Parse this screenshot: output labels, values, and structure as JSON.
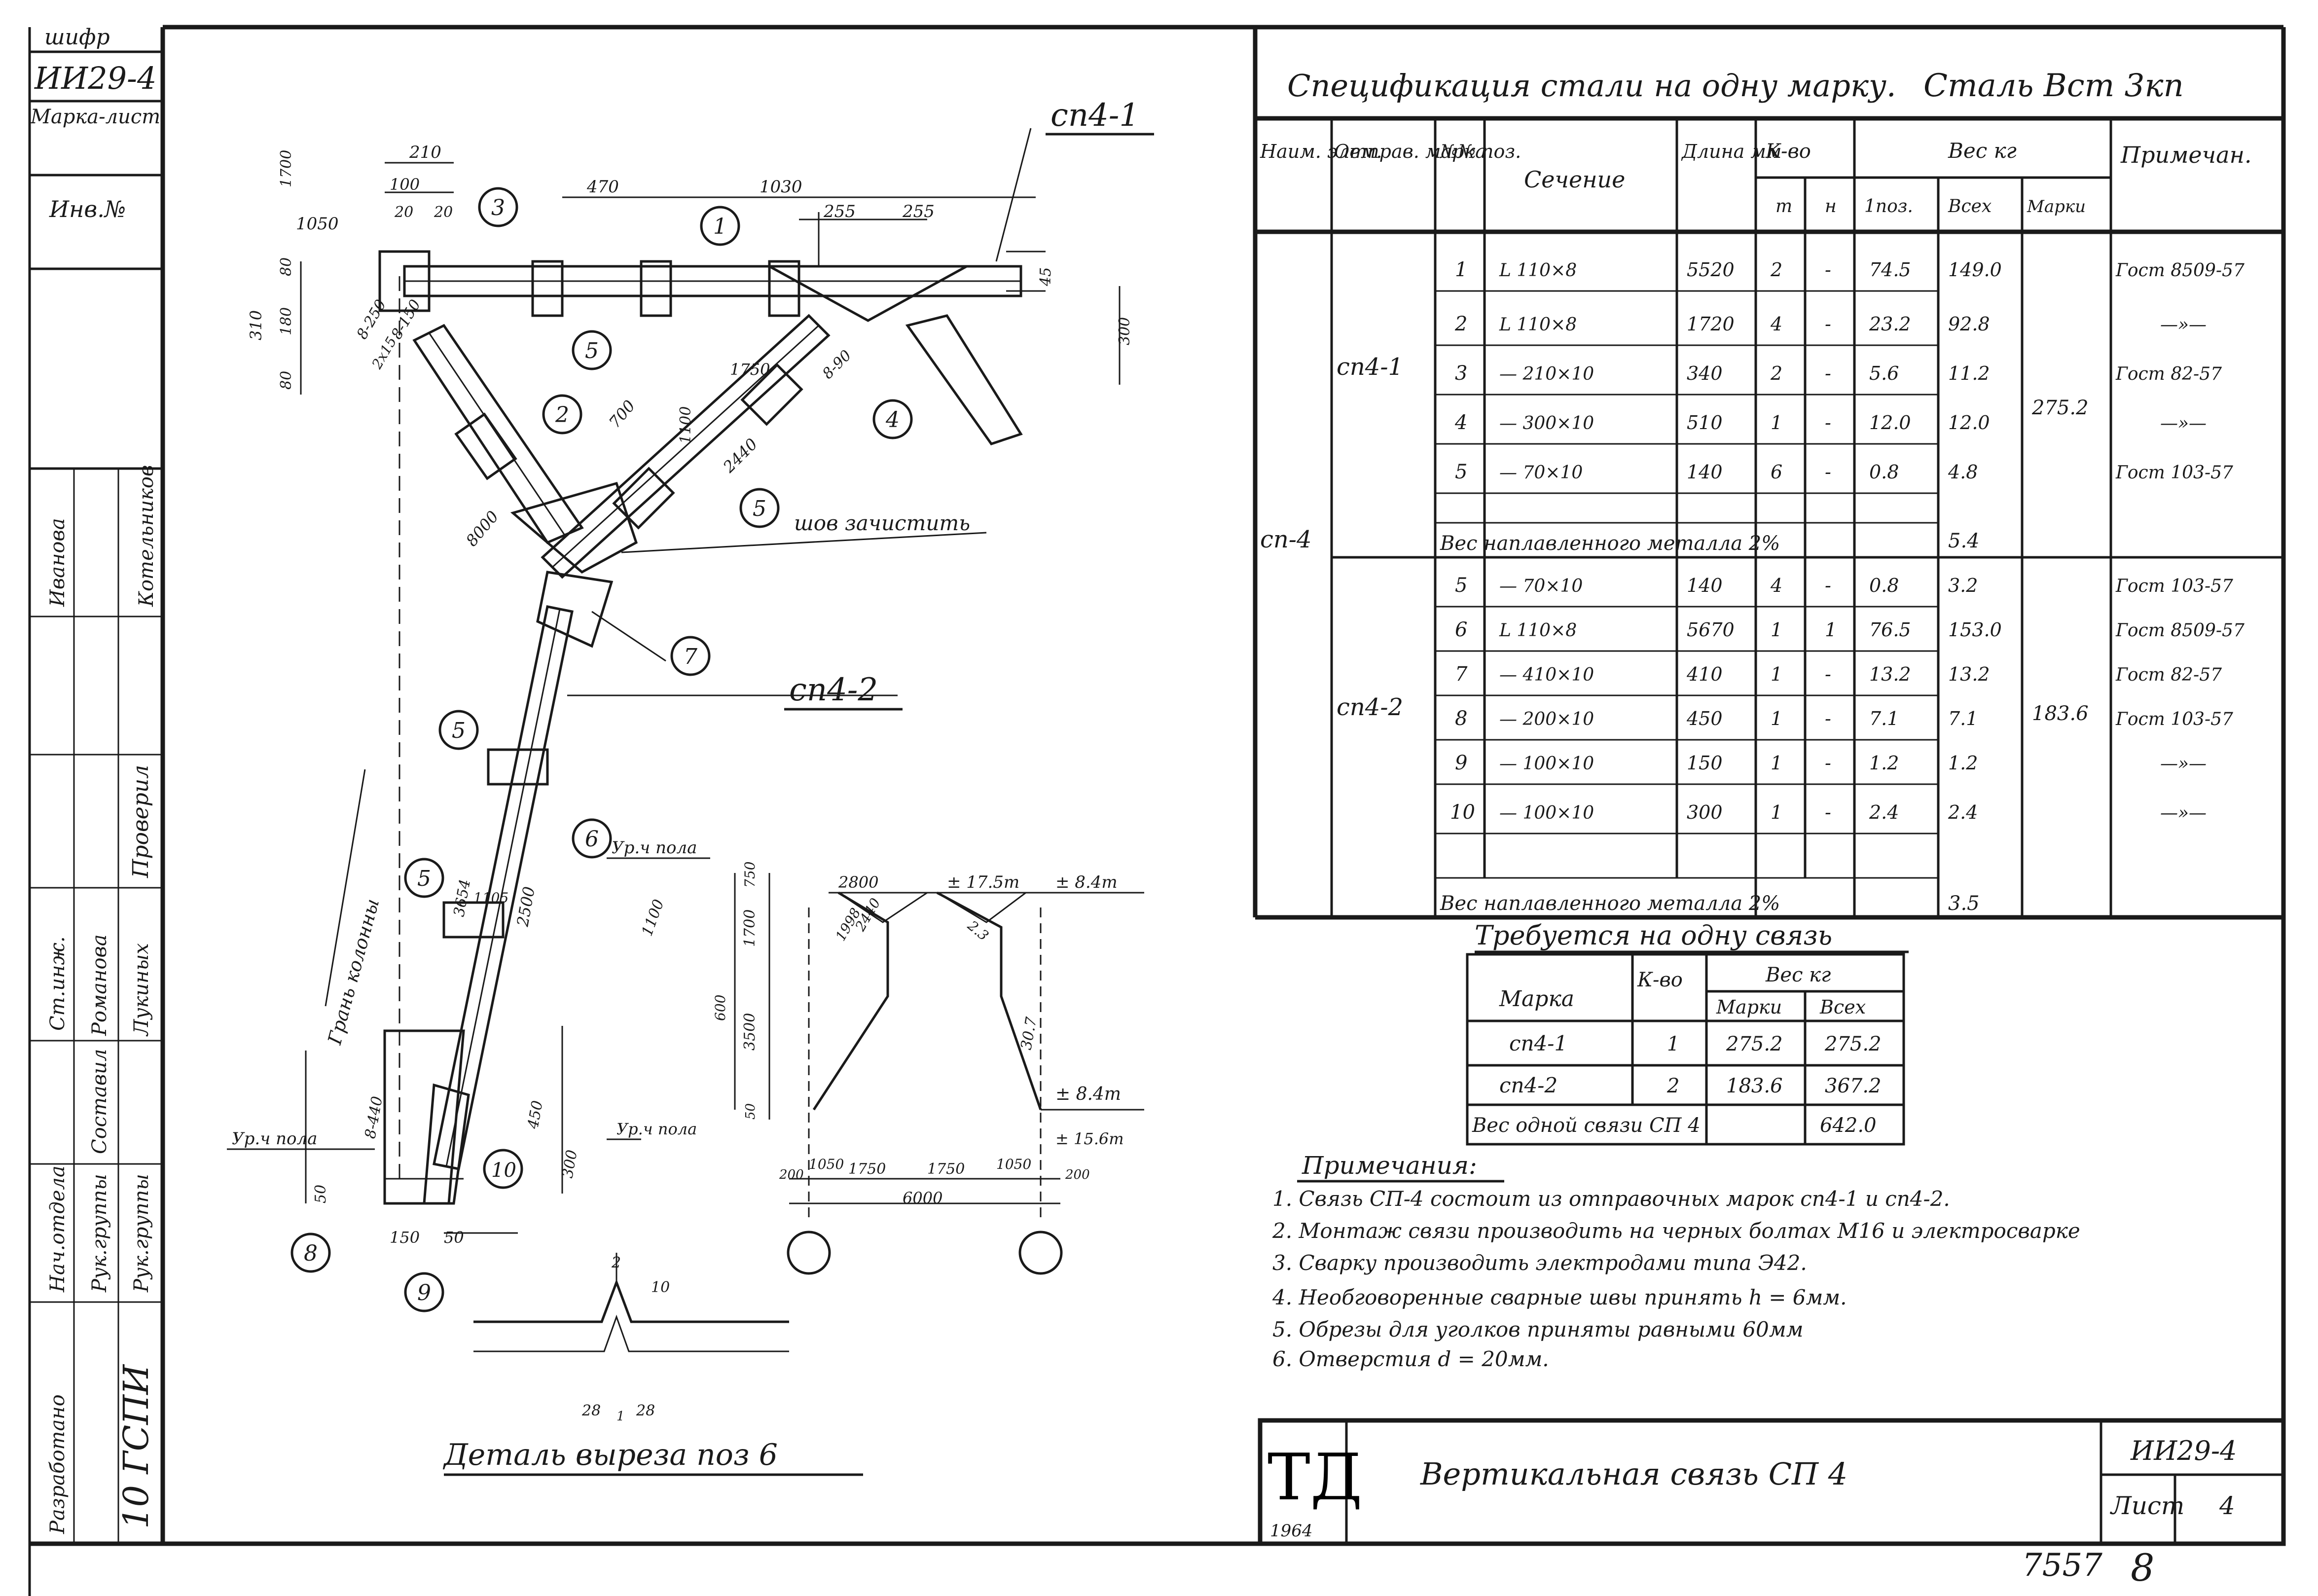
{
  "stamp_left": {
    "shifr_label": "шифр",
    "code": "ИИ29-4",
    "marka_list": "Марка-лист",
    "inv": "Инв.№",
    "org": "10 ГСПИ",
    "roles": [
      "Разработано",
      "Нач.отдела",
      "Рук.группы",
      "Рук.группы",
      "Составил",
      "Ст.инж.",
      "Проверил"
    ],
    "names": [
      "Иванова",
      "Котельников",
      "Романова",
      "Лукиных"
    ]
  },
  "drawing": {
    "assembly_top": "сп4-1",
    "assembly_bottom": "сп4-2",
    "weld_note": "шов зачистить",
    "column_edge": "Грань колонны",
    "floor_level": "Ур.ч пола",
    "dims_top": [
      "210",
      "100",
      "20",
      "20",
      "470",
      "1030",
      "255",
      "255",
      "1050",
      "1700",
      "310",
      "180",
      "80",
      "300",
      "80",
      "45"
    ],
    "dims_diag": [
      "8-250",
      "8-150",
      "2x15",
      "700",
      "1750",
      "1100",
      "2440",
      "8-90",
      "8000",
      "3654",
      "2500",
      "1100",
      "1105",
      "8-440",
      "450",
      "300",
      "150",
      "50",
      "50"
    ],
    "positions": [
      "1",
      "2",
      "3",
      "4",
      "5",
      "5",
      "5",
      "5",
      "6",
      "7",
      "8",
      "9",
      "10"
    ]
  },
  "scheme": {
    "levels": [
      "± 17.5m",
      "± 8.4m",
      "± 8.4m",
      "± 15.6m"
    ],
    "dims": [
      "2800",
      "1750",
      "1750",
      "1050",
      "1050",
      "200",
      "200",
      "6000",
      "3500",
      "1700",
      "750",
      "600",
      "50",
      "30.7",
      "1998",
      "2440",
      "2.3"
    ],
    "floor_level": "Ур.ч пола"
  },
  "detail": {
    "title": "Деталь выреза поз 6",
    "dims": [
      "2",
      "10",
      "28",
      "28",
      "1"
    ]
  },
  "spec": {
    "title": "Спецификация стали на одну марку.",
    "steel": "Сталь Вст 3кп",
    "headers": {
      "naim": "Наим. элем.",
      "otprav": "Отправ. марка",
      "pos": "№№ поз.",
      "section": "Сечение",
      "length": "Длина мм",
      "kvo": "К-во",
      "t": "т",
      "n": "н",
      "weight": "Вес кг",
      "w1": "1поз.",
      "wall": "Всех",
      "wmark": "Марки",
      "note": "Примечан."
    },
    "element": "сп-4",
    "groups": [
      {
        "mark": "сп4-1",
        "mark_weight": "275.2",
        "rows": [
          {
            "pos": "1",
            "section": "L 110×8",
            "len": "5520",
            "t": "2",
            "n": "-",
            "w1": "74.5",
            "wall": "149.0",
            "note": "Гост 8509-57"
          },
          {
            "pos": "2",
            "section": "L 110×8",
            "len": "1720",
            "t": "4",
            "n": "-",
            "w1": "23.2",
            "wall": "92.8",
            "note": "—»—"
          },
          {
            "pos": "3",
            "section": "— 210×10",
            "len": "340",
            "t": "2",
            "n": "-",
            "w1": "5.6",
            "wall": "11.2",
            "note": "Гост 82-57"
          },
          {
            "pos": "4",
            "section": "— 300×10",
            "len": "510",
            "t": "1",
            "n": "-",
            "w1": "12.0",
            "wall": "12.0",
            "note": "—»—"
          },
          {
            "pos": "5",
            "section": "— 70×10",
            "len": "140",
            "t": "6",
            "n": "-",
            "w1": "0.8",
            "wall": "4.8",
            "note": "Гост 103-57"
          }
        ],
        "weld_label": "Вес наплавленного металла 2%",
        "weld_weight": "5.4"
      },
      {
        "mark": "сп4-2",
        "mark_weight": "183.6",
        "rows": [
          {
            "pos": "5",
            "section": "— 70×10",
            "len": "140",
            "t": "4",
            "n": "-",
            "w1": "0.8",
            "wall": "3.2",
            "note": "Гост 103-57"
          },
          {
            "pos": "6",
            "section": "L 110×8",
            "len": "5670",
            "t": "1",
            "n": "1",
            "w1": "76.5",
            "wall": "153.0",
            "note": "Гост 8509-57"
          },
          {
            "pos": "7",
            "section": "— 410×10",
            "len": "410",
            "t": "1",
            "n": "-",
            "w1": "13.2",
            "wall": "13.2",
            "note": "Гост 82-57"
          },
          {
            "pos": "8",
            "section": "— 200×10",
            "len": "450",
            "t": "1",
            "n": "-",
            "w1": "7.1",
            "wall": "7.1",
            "note": "Гост 103-57"
          },
          {
            "pos": "9",
            "section": "— 100×10",
            "len": "150",
            "t": "1",
            "n": "-",
            "w1": "1.2",
            "wall": "1.2",
            "note": "—»—"
          },
          {
            "pos": "10",
            "section": "— 100×10",
            "len": "300",
            "t": "1",
            "n": "-",
            "w1": "2.4",
            "wall": "2.4",
            "note": "—»—"
          }
        ],
        "weld_label": "Вес наплавленного металла 2%",
        "weld_weight": "3.5"
      }
    ]
  },
  "required": {
    "title": "Требуется на одну связь",
    "col_mark": "Марка",
    "col_qty": "К-во",
    "col_weight": "Вес кг",
    "col_wmark": "Марки",
    "col_wall": "Всех",
    "rows": [
      {
        "mark": "сп4-1",
        "qty": "1",
        "wmark": "275.2",
        "wall": "275.2"
      },
      {
        "mark": "сп4-2",
        "qty": "2",
        "wmark": "183.6",
        "wall": "367.2"
      }
    ],
    "total_label": "Вес одной связи СП 4",
    "total": "642.0"
  },
  "notes": {
    "title": "Примечания:",
    "items": [
      "1. Связь СП-4 состоит из отправочных марок сп4-1 и сп4-2.",
      "2. Монтаж связи производить на черных болтах М16 и электросварке",
      "3. Сварку производить электродами типа Э42.",
      "4. Необговоренные сварные швы принять h = 6мм.",
      "5. Обрезы для уголков приняты равными 60мм",
      "6. Отверстия d = 20мм."
    ]
  },
  "title_block": {
    "logo": "ТД",
    "year": "1964",
    "title": "Вертикальная связь СП 4",
    "code": "ИИ29-4",
    "sheet_label": "Лист",
    "sheet": "4"
  },
  "footer": {
    "number": "7557",
    "page": "8"
  }
}
